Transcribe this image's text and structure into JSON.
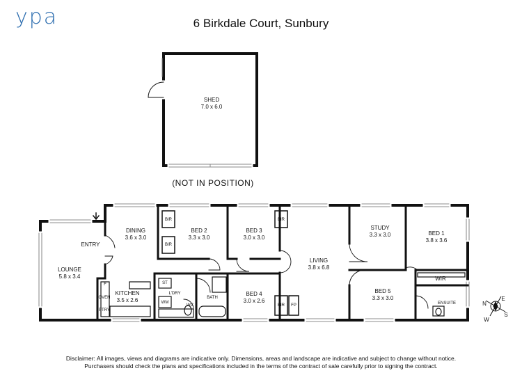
{
  "header": {
    "logo_text": "ypa",
    "address": "6 Birkdale Court, Sunbury"
  },
  "shed": {
    "name": "SHED",
    "size": "7.0 x 6.0",
    "note": "(NOT IN POSITION)"
  },
  "rooms": {
    "dining": {
      "name": "DINING",
      "size": "3.6 x 3.0"
    },
    "bed2": {
      "name": "BED 2",
      "size": "3.3 x 3.0"
    },
    "bed3": {
      "name": "BED 3",
      "size": "3.0 x 3.0"
    },
    "study": {
      "name": "STUDY",
      "size": "3.3 x 3.0"
    },
    "bed1": {
      "name": "BED 1",
      "size": "3.8 x 3.6"
    },
    "lounge": {
      "name": "LOUNGE",
      "size": "5.8 x 3.4"
    },
    "living": {
      "name": "LIVING",
      "size": "3.8 x 6.8"
    },
    "kitchen": {
      "name": "KITCHEN",
      "size": "3.5 x 2.6"
    },
    "bed4": {
      "name": "BED 4",
      "size": "3.0 x 2.6"
    },
    "bed5": {
      "name": "BED 5",
      "size": "3.3 x 3.0"
    }
  },
  "labels": {
    "entry": "ENTRY",
    "wir": "WIR",
    "ensuite": "ENSUITE",
    "ldry": "L'DRY",
    "wc": "WC",
    "bath": "BATH",
    "bir": "BIR",
    "fp": "FP",
    "f": "F",
    "oven": "OVEN",
    "ptry": "PTRY",
    "st": "ST",
    "wm": "WM"
  },
  "compass": {
    "n": "N",
    "e": "E",
    "s": "S",
    "w": "W"
  },
  "disclaimer": {
    "line1": "Disclaimer: All images, views and diagrams are indicative only. Dimensions, areas and landscape are indicative and subject to change without notice.",
    "line2": "Purchasers should check the plans and specifications included in the terms of the contract of sale carefully prior to signing the contract."
  },
  "colors": {
    "wall": "#111111",
    "logo": "#2f6fb0"
  }
}
